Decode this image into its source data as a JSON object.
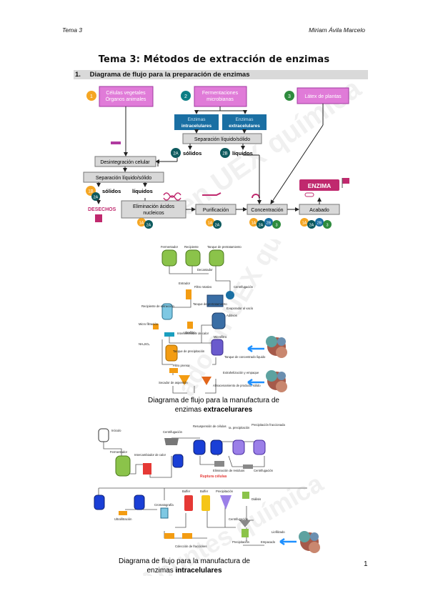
{
  "header": {
    "left": "Tema 3",
    "right": "Miriam Ávila Marcelo"
  },
  "title": "Tema 3: Métodos de extracción de enzimas",
  "section": {
    "number": "1.",
    "label": "Diagrama de flujo para la preparación de enzimas"
  },
  "flow": {
    "step1": "1",
    "step2": "2",
    "step3": "3",
    "src1_line1": "Células vegetales",
    "src1_line2": "Órganos animales",
    "src2_line1": "Fermentaciones",
    "src2_line2": "microbianas",
    "src3": "Látex de plantas",
    "intra_line1": "Enzimas",
    "intra_line2": "intracelulares",
    "extra_line1": "Enzimas",
    "extra_line2": "extracelulares",
    "sep1": "Separación líquido/sólido",
    "b2a": "2A",
    "solidos": "sólidos",
    "b2b": "2B",
    "liquidos": "líquidos",
    "disint": "Desintegración celular",
    "sep2": "Separación líquido/sólido",
    "b1b": "1B",
    "b2a_small": "2A",
    "solidos2": "sólidos",
    "liquidos2": "líquidos",
    "desechos": "DESECHOS",
    "elim_line1": "Eliminación ácidos",
    "elim_line2": "nucleicos",
    "purif": "Purificación",
    "conc": "Concentración",
    "acabado": "Acabado",
    "enzima": "ENZIMA",
    "badge_1a": "1A",
    "badge_2a": "2A",
    "badge_2b": "2B",
    "badge_3": "3"
  },
  "extra_diagram": {
    "caption_pre": "Diagrama de flujo para la manufactura de",
    "caption_line2_pre": "enzimas ",
    "caption_bold": "extracelurares",
    "labels": {
      "fermentador": "Fermentador",
      "recipiente": "Recipiente",
      "tanque_pre": "Tanque de pretratamiento",
      "decantador": "Decantador",
      "entrador": "Entrador",
      "filtro": "Filtro rotativo",
      "centrifugacion": "Centrifugación",
      "tanque_pre2": "Tanque de pretratamiento",
      "recipiente_extr": "Recipiente de extracción",
      "evaporador": "Evaporador al vacío",
      "aditivos": "Aditivos",
      "ultrafiltro": "Ultrafiltro",
      "micro": "Micro filtración",
      "intercambiador": "Intercambiador de calor",
      "nh4": "NH₄SO₄",
      "tanque_prec": "Tanque de precipitación",
      "microfiltro": "Microfiltro",
      "tanque_conc": "Tanque de concentrado líquido",
      "filtro_prensa": "Filtro prensa",
      "extr_empaque": "Extrahelización y empaque",
      "secador": "Secador de aspersión",
      "almacen": "Almacenamiento de producto sólido"
    }
  },
  "intra_diagram": {
    "caption_pre": "Diagrama de flujo para la manufactura de",
    "caption_line2_pre": "enzimas ",
    "caption_bold": "intracelulares",
    "labels": {
      "inoculo": "Inóculo",
      "fermentador": "Fermentador",
      "centrifugacion": "Centrifugación",
      "resuspension": "Resuspensión de células",
      "precipitado": "Ia. precipitación",
      "precip_fracc": "Precipitación fraccionada",
      "intercambiador": "Intercambiador de calor",
      "ruptura": "Ruptura células",
      "centrifugacion2": "Centrifugación",
      "eliminacion": "Eliminación de residuos",
      "cromatografia": "Cromatografía",
      "buffer1": "Buffer",
      "buffer2": "Buffer",
      "precipitacion": "Precipitación",
      "ultrafiltracion": "Ultrafiltración",
      "diafiltracion": "Diálisis",
      "centrifugacion3": "Centrifugación",
      "liofilizado": "Liofilizado",
      "coleccion": "Colección de fracciones",
      "precipitacion2": "Precipitación",
      "empacado": "Empacado"
    }
  },
  "page_number": "1"
}
